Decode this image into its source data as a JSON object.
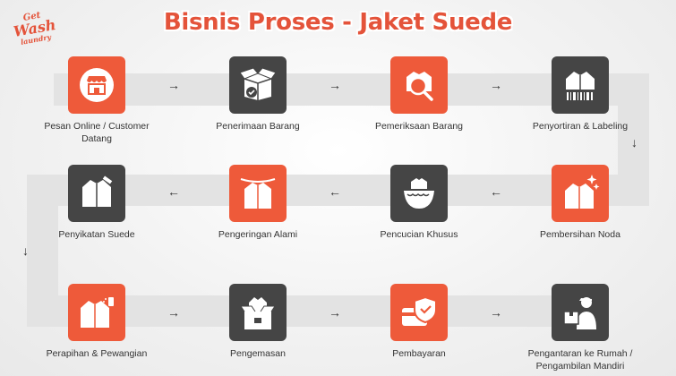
{
  "logo": {
    "line1": "Get",
    "line2": "Wash",
    "line3": "laundry"
  },
  "title": "Bisnis Proses - Jaket Suede",
  "colors": {
    "accent": "#ee5a3a",
    "dark": "#454545",
    "track": "#e3e3e3"
  },
  "steps": [
    {
      "label": "Pesan Online / Customer Datang",
      "icon": "storefront-icon"
    },
    {
      "label": "Penerimaan Barang",
      "icon": "package-check-icon"
    },
    {
      "label": "Pemeriksaan Barang",
      "icon": "jacket-magnifier-icon"
    },
    {
      "label": "Penyortiran & Labeling",
      "icon": "jacket-barcode-icon"
    },
    {
      "label": "Pembersihan Noda",
      "icon": "jacket-sparkle-icon"
    },
    {
      "label": "Pencucian Khusus",
      "icon": "jacket-basin-icon"
    },
    {
      "label": "Pengeringan Alami",
      "icon": "jacket-hanger-icon"
    },
    {
      "label": "Penyikatan Suede",
      "icon": "jacket-brush-icon"
    },
    {
      "label": "Perapihan & Pewangian",
      "icon": "jacket-spray-icon"
    },
    {
      "label": "Pengemasan",
      "icon": "jacket-box-icon"
    },
    {
      "label": "Pembayaran",
      "icon": "payment-shield-icon"
    },
    {
      "label": "Pengantaran ke Rumah / Pengambilan Mandiri",
      "icon": "delivery-person-icon"
    }
  ],
  "arrows": {
    "right": "→",
    "left": "←",
    "down": "↓"
  }
}
